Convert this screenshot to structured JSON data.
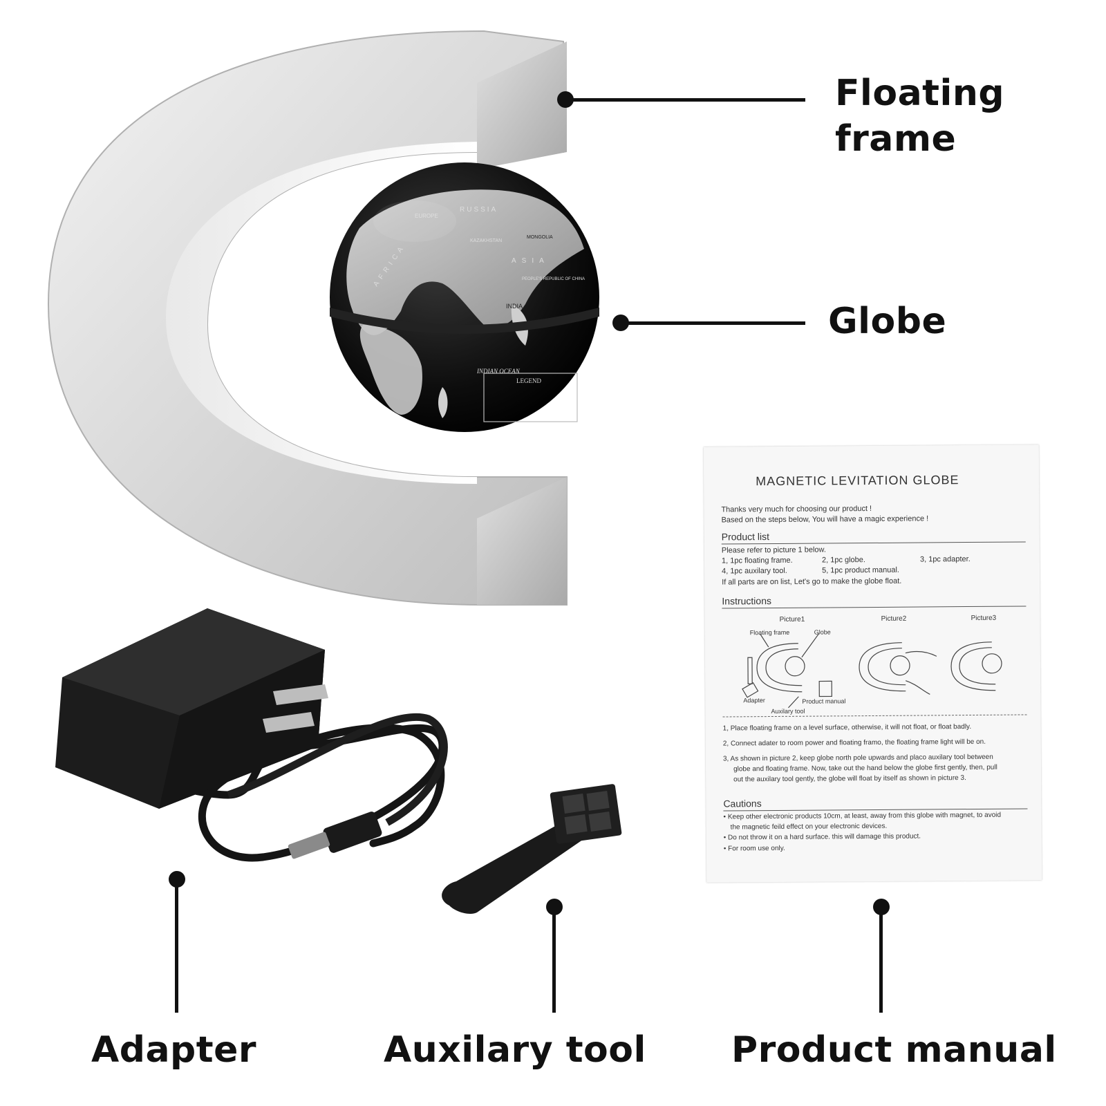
{
  "callouts": {
    "floating_frame": "Floating\nframe",
    "globe": "Globe",
    "adapter": "Adapter",
    "auxilary_tool": "Auxilary tool",
    "product_manual": "Product manual"
  },
  "globe_labels": {
    "russia": "RUSSIA",
    "europe": "EUROPE",
    "kazakhstan": "KAZAKHSTAN",
    "mongolia": "MONGOLIA",
    "asia": "ASIA",
    "china": "PEOPLE'S REPUBLIC OF CHINA",
    "africa": "AFRICA",
    "india": "INDIA",
    "indian_ocean": "INDIAN OCEAN",
    "legend": "LEGEND"
  },
  "manual": {
    "title": "MAGNETIC  LEVITATION  GLOBE",
    "intro_1": "Thanks very much for choosing our product !",
    "intro_2": "Based on the steps below, You will have a magic experience !",
    "product_list_heading": "Product list",
    "product_list_ref": "Please refer to picture 1 below.",
    "item_1": "1,  1pc floating frame.",
    "item_2": "2, 1pc globe.",
    "item_3": "3, 1pc adapter.",
    "item_4": "4,  1pc auxilary tool.",
    "item_5": "5, 1pc product manual.",
    "all_parts": "If all parts are on list,   Let's go to make the globe float.",
    "instructions_heading": "Instructions",
    "picture1": "Picture1",
    "picture2": "Picture2",
    "picture3": "Picture3",
    "fig_floating_frame": "Floating frame",
    "fig_globe": "Globe",
    "fig_adapter": "Adapter",
    "fig_auxilary_tool": "Auxilary tool",
    "fig_product_manual": "Product manual",
    "step_1": "1,  Place floating frame on a level surface, otherwise, it will not float, or float badly.",
    "step_2": "2,  Connect adater to room power and floating  framo, the floating frame light will be on.",
    "step_3a": "3,  As shown in picture 2,  keep globe north pole upwards and placo auxilary tool between",
    "step_3b": "globe and floating frame. Now, take out the hand below the globe first gently,  then, pull",
    "step_3c": "out the auxilary tool gently, the globe will float by itself as shown in picture 3.",
    "cautions_heading": "Cautions",
    "caution_1a": "• Keep other electronic products 10cm, at least, away from this globe with magnet, to avoid",
    "caution_1b": "the magnetic feild effect on your electronic devices.",
    "caution_2": "• Do not throw it on a hard surface. this will damage this product.",
    "caution_3": "• For room use only."
  }
}
